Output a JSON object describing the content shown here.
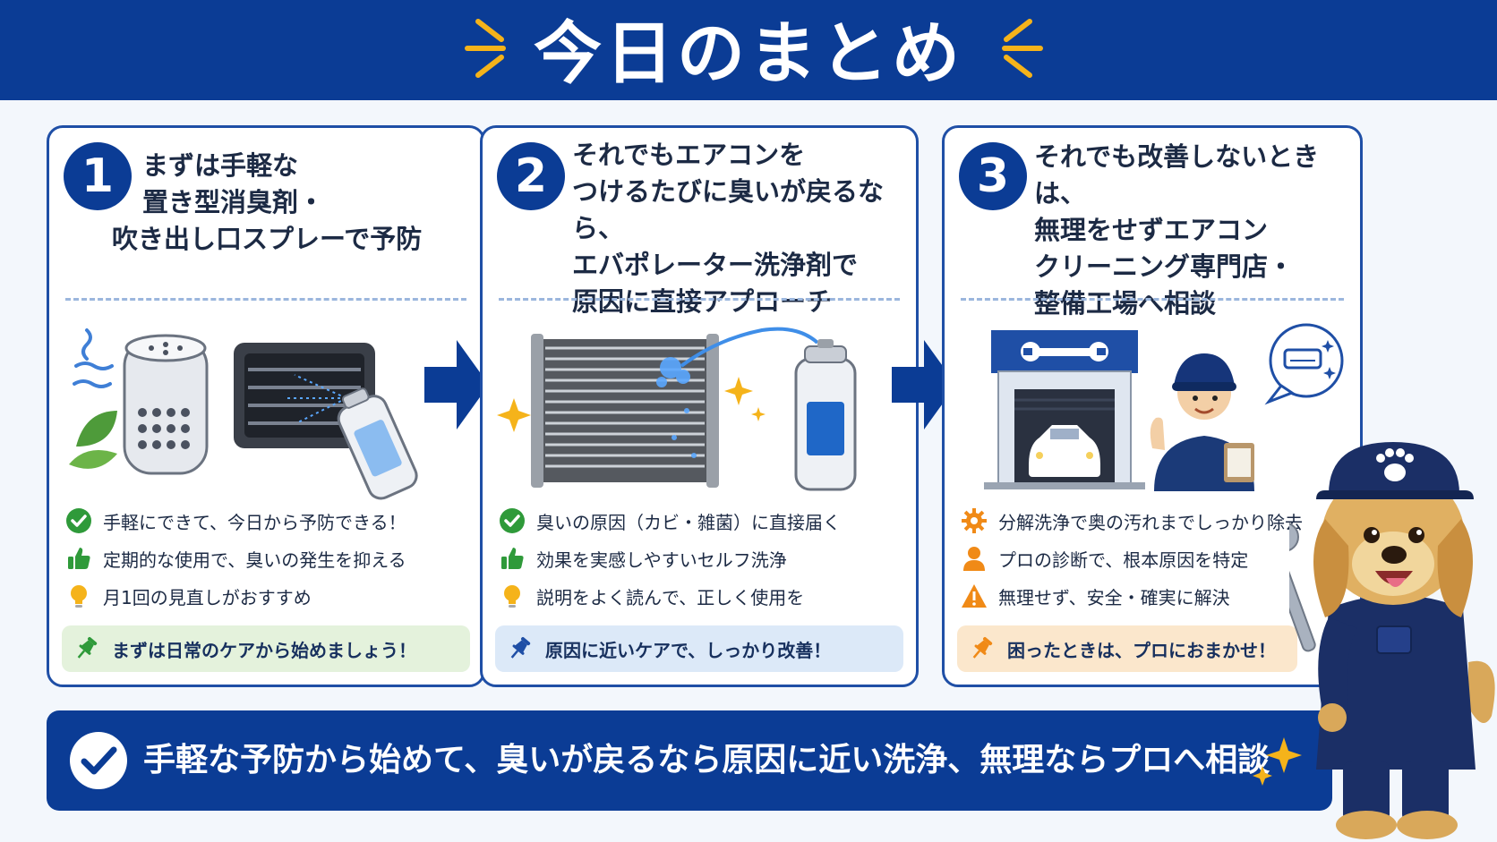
{
  "header": {
    "title": "今日のまとめ"
  },
  "cards": [
    {
      "number": "1",
      "heading": [
        "まずは手軽な",
        "置き型消臭剤・",
        "吹き出し口スプレーで予防"
      ],
      "points": [
        {
          "icon": "check-icon",
          "text": "手軽にできて、今日から予防できる！"
        },
        {
          "icon": "thumbs-up-icon",
          "text": "定期的な使用で、臭いの発生を抑える"
        },
        {
          "icon": "lightbulb-icon",
          "text": "月1回の見直しがおすすめ"
        }
      ],
      "tip": {
        "icon": "pin-icon",
        "text": "まずは日常のケアから始めましょう！"
      }
    },
    {
      "number": "2",
      "heading": [
        "それでもエアコンを",
        "つけるたびに臭いが戻るなら、",
        "エバポレーター洗浄剤で",
        "原因に直接アプローチ"
      ],
      "points": [
        {
          "icon": "check-icon",
          "text": "臭いの原因（カビ・雑菌）に直接届く"
        },
        {
          "icon": "thumbs-up-icon",
          "text": "効果を実感しやすいセルフ洗浄"
        },
        {
          "icon": "lightbulb-icon",
          "text": "説明をよく読んで、正しく使用を"
        }
      ],
      "tip": {
        "icon": "pin-icon",
        "text": "原因に近いケアで、しっかり改善！"
      }
    },
    {
      "number": "3",
      "heading": [
        "それでも改善しないときは、",
        "無理をせずエアコン",
        "クリーニング専門店・",
        "整備工場へ相談"
      ],
      "points": [
        {
          "icon": "gear-icon",
          "text": "分解洗浄で奥の汚れまでしっかり除去"
        },
        {
          "icon": "person-icon",
          "text": "プロの診断で、根本原因を特定"
        },
        {
          "icon": "warning-icon",
          "text": "無理せず、安全・確実に解決"
        }
      ],
      "tip": {
        "icon": "pin-icon",
        "text": "困ったときは、プロにおまかせ！"
      }
    }
  ],
  "banner": {
    "icon": "check-circle-icon",
    "text": "手軽な予防から始めて、臭いが戻るなら原因に近い洗浄、無理ならプロへ相談"
  },
  "colors": {
    "primary": "#0b3c95",
    "accent": "#f5b31a",
    "green": "#2f9a3a",
    "warning": "#f08a17"
  }
}
